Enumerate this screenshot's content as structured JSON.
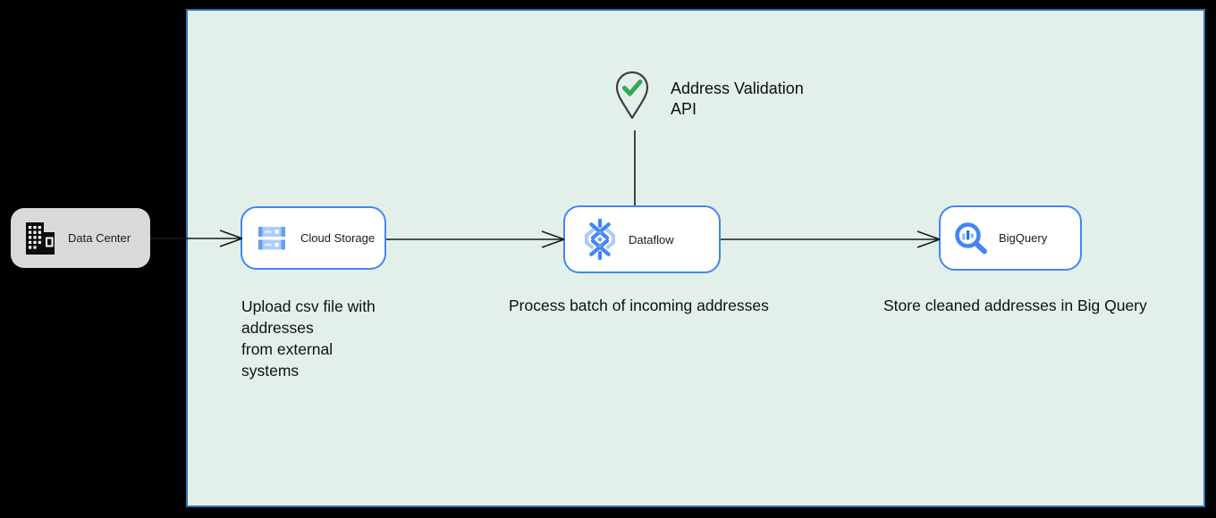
{
  "diagram": {
    "background_color": "#e3f0e9",
    "border_color": "#2e74b5",
    "node_border_color": "#4285f4",
    "arrow_color": "#1a1a1a"
  },
  "nodes": {
    "data_center": {
      "label": "Data Center",
      "icon": "building-icon",
      "bg": "#d9d9d9"
    },
    "cloud_storage": {
      "label": "Cloud Storage",
      "icon": "cloud-storage-icon"
    },
    "dataflow": {
      "label": "Dataflow",
      "icon": "dataflow-icon"
    },
    "bigquery": {
      "label": "BigQuery",
      "icon": "bigquery-icon"
    }
  },
  "api_marker": {
    "icon": "map-pin-check-icon",
    "check_color": "#34a853",
    "label_lines": [
      "Address Validation",
      "API"
    ]
  },
  "notes": {
    "upload_lines": [
      "Upload csv file with",
      "addresses",
      "from external",
      "systems"
    ],
    "process": "Process batch of incoming addresses",
    "store": "Store cleaned addresses in Big Query"
  },
  "connectors": [
    {
      "from": "data-center",
      "to": "cloud-storage",
      "style": "open-arrow"
    },
    {
      "from": "cloud-storage",
      "to": "dataflow",
      "style": "open-arrow"
    },
    {
      "from": "dataflow",
      "to": "bigquery",
      "style": "open-arrow"
    },
    {
      "from": "address-validation-api",
      "to": "dataflow",
      "style": "plain-line"
    }
  ]
}
